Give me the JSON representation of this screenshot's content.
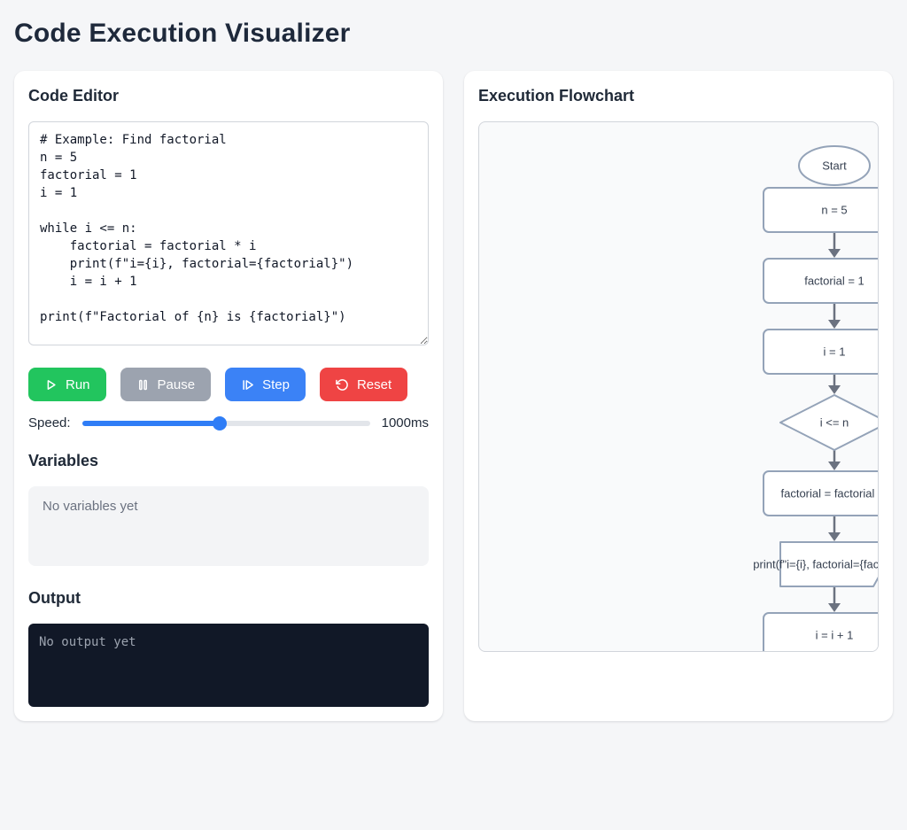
{
  "page": {
    "title": "Code Execution Visualizer"
  },
  "editor": {
    "heading": "Code Editor",
    "code": "# Example: Find factorial\nn = 5\nfactorial = 1\ni = 1\n\nwhile i <= n:\n    factorial = factorial * i\n    print(f\"i={i}, factorial={factorial}\")\n    i = i + 1\n\nprint(f\"Factorial of {n} is {factorial}\")",
    "buttons": {
      "run": "Run",
      "pause": "Pause",
      "step": "Step",
      "reset": "Reset"
    },
    "speed": {
      "label": "Speed:",
      "value_label": "1000ms",
      "percent": 47.6
    }
  },
  "variables": {
    "heading": "Variables",
    "empty_text": "No variables yet"
  },
  "output": {
    "heading": "Output",
    "empty_text": "No output yet"
  },
  "flowchart": {
    "heading": "Execution Flowchart",
    "nodes": [
      {
        "type": "ellipse",
        "label": "Start"
      },
      {
        "type": "rect",
        "label": "n = 5"
      },
      {
        "type": "rect",
        "label": "factorial = 1"
      },
      {
        "type": "rect",
        "label": "i = 1"
      },
      {
        "type": "diamond",
        "label": "i <= n"
      },
      {
        "type": "rect",
        "label": "factorial = factorial * i"
      },
      {
        "type": "io",
        "label": "print(f\"i={i}, factorial={factorial}\")"
      },
      {
        "type": "rect",
        "label": "i = i + 1"
      }
    ]
  },
  "colors": {
    "page_bg": "#f5f6f8",
    "card_bg": "#ffffff",
    "title_text": "#1e293b",
    "run_button": "#22c55e",
    "pause_button": "#9ca3af",
    "step_button": "#3b82f6",
    "reset_button": "#ef4444",
    "slider_fill": "#2f7df6",
    "slider_track": "#e2e5ea",
    "variables_panel_bg": "#f3f4f6",
    "output_panel_bg": "#111827",
    "output_text": "#9ca3af",
    "flowchart_bg": "#f9fafb",
    "flowchart_border": "#d1d5db",
    "node_stroke": "#94a3b8",
    "node_fill": "#ffffff",
    "node_text": "#374151",
    "arrow": "#6b7280"
  }
}
